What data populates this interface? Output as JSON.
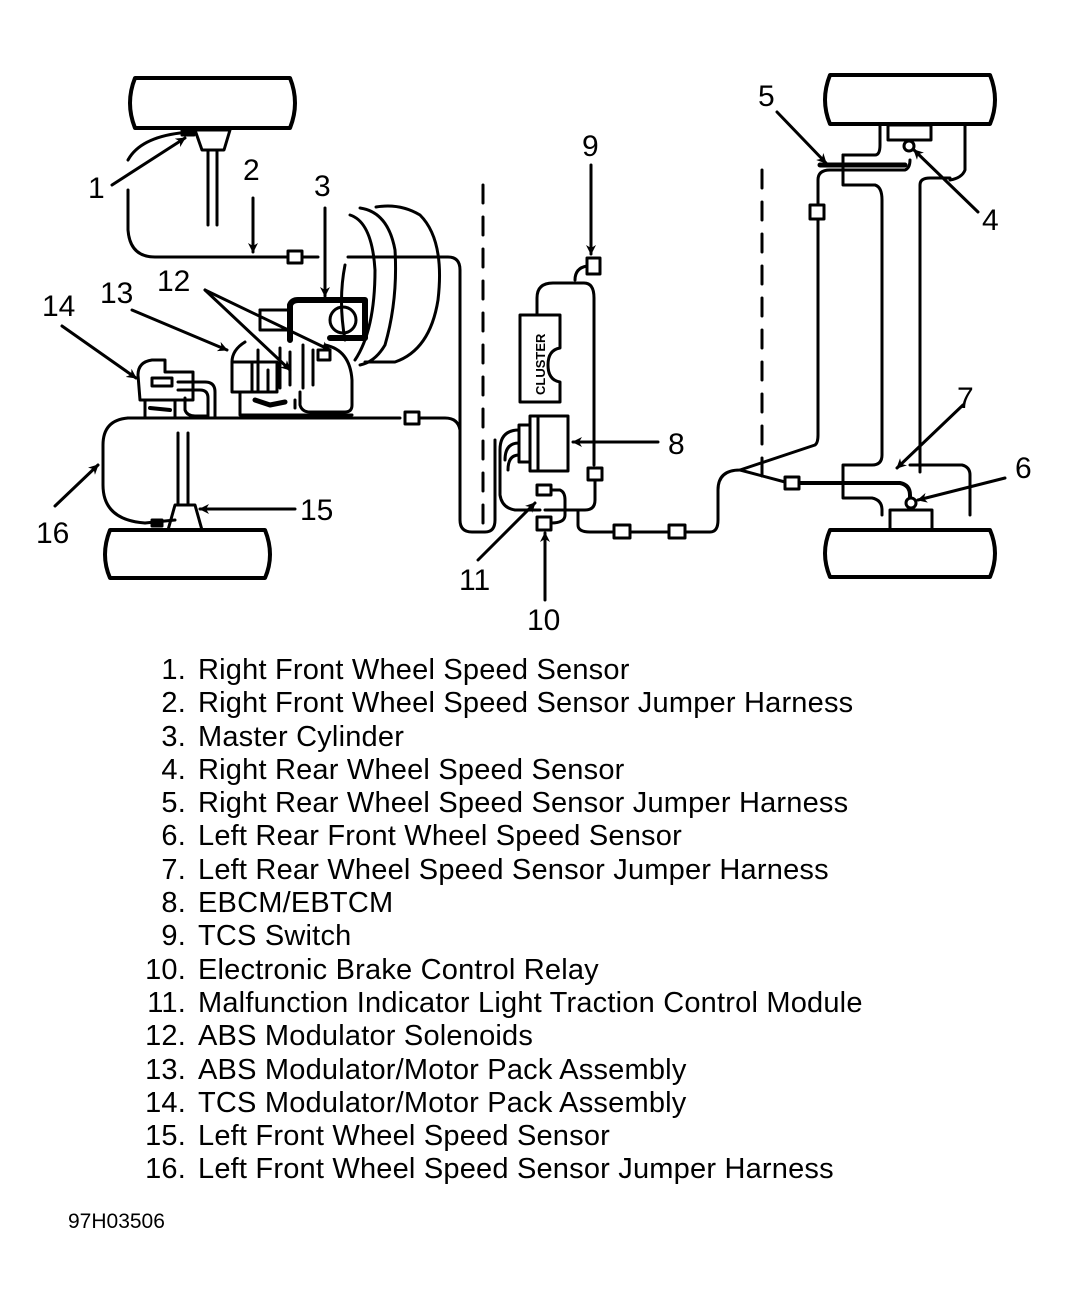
{
  "figure": {
    "figure_id": "97H03506",
    "callouts": [
      "1",
      "2",
      "3",
      "4",
      "5",
      "6",
      "7",
      "8",
      "9",
      "10",
      "11",
      "12",
      "13",
      "14",
      "15",
      "16"
    ],
    "cluster_label": "CLUSTER",
    "colors": {
      "ink": "#000000",
      "background": "#ffffff"
    }
  },
  "legend": {
    "items": [
      {
        "num": "1.",
        "label": "Right Front Wheel Speed Sensor"
      },
      {
        "num": "2.",
        "label": "Right Front Wheel Speed Sensor Jumper Harness"
      },
      {
        "num": "3.",
        "label": "Master Cylinder"
      },
      {
        "num": "4.",
        "label": "Right Rear Wheel Speed Sensor"
      },
      {
        "num": "5.",
        "label": "Right Rear Wheel Speed Sensor Jumper Harness"
      },
      {
        "num": "6.",
        "label": "Left Rear Front Wheel Speed Sensor"
      },
      {
        "num": "7.",
        "label": "Left Rear Wheel Speed Sensor Jumper Harness"
      },
      {
        "num": "8.",
        "label": "EBCM/EBTCM"
      },
      {
        "num": "9.",
        "label": "TCS Switch"
      },
      {
        "num": "10.",
        "label": "Electronic Brake Control Relay"
      },
      {
        "num": "11.",
        "label": "Malfunction Indicator Light Traction Control Module"
      },
      {
        "num": "12.",
        "label": "ABS Modulator Solenoids"
      },
      {
        "num": "13.",
        "label": "ABS Modulator/Motor Pack Assembly"
      },
      {
        "num": "14.",
        "label": "TCS Modulator/Motor Pack Assembly"
      },
      {
        "num": "15.",
        "label": "Left Front Wheel Speed Sensor"
      },
      {
        "num": "16.",
        "label": "Left Front Wheel Speed Sensor Jumper Harness"
      }
    ]
  }
}
